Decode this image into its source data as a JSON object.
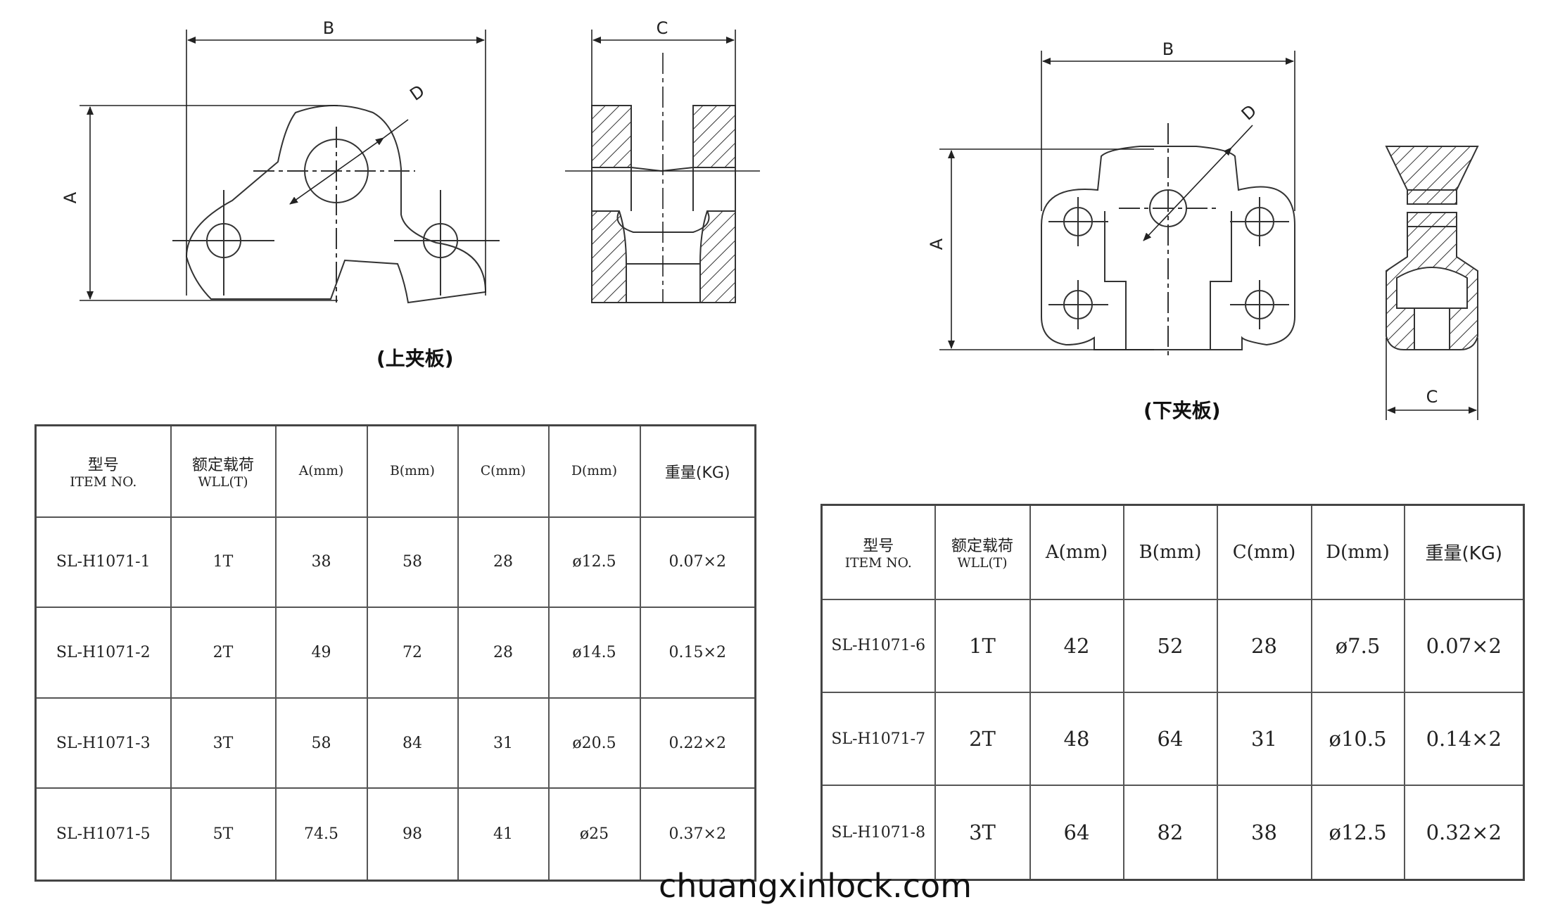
{
  "upper_plate": {
    "caption": "(上夹板)",
    "dims": {
      "a": "A",
      "b": "B",
      "c": "C",
      "d": "D"
    },
    "table": {
      "headers": [
        {
          "cn": "型号",
          "en": "ITEM NO."
        },
        {
          "cn": "额定载荷",
          "en": "WLL(T)"
        },
        {
          "cn": "",
          "en": "A(mm)"
        },
        {
          "cn": "",
          "en": "B(mm)"
        },
        {
          "cn": "",
          "en": "C(mm)"
        },
        {
          "cn": "",
          "en": "D(mm)"
        },
        {
          "cn": "重量(KG)",
          "en": ""
        }
      ],
      "rows": [
        [
          "SL-H1071-1",
          "1T",
          "38",
          "58",
          "28",
          "ø12.5",
          "0.07×2"
        ],
        [
          "SL-H1071-2",
          "2T",
          "49",
          "72",
          "28",
          "ø14.5",
          "0.15×2"
        ],
        [
          "SL-H1071-3",
          "3T",
          "58",
          "84",
          "31",
          "ø20.5",
          "0.22×2"
        ],
        [
          "SL-H1071-5",
          "5T",
          "74.5",
          "98",
          "41",
          "ø25",
          "0.37×2"
        ]
      ]
    }
  },
  "lower_plate": {
    "caption": "(下夹板)",
    "dims": {
      "a": "A",
      "b": "B",
      "c": "C",
      "d": "D"
    },
    "table": {
      "headers": [
        {
          "cn": "型号",
          "en": "ITEM NO."
        },
        {
          "cn": "额定载荷",
          "en": "WLL(T)"
        },
        {
          "cn": "",
          "en": "A(mm)"
        },
        {
          "cn": "",
          "en": "B(mm)"
        },
        {
          "cn": "",
          "en": "C(mm)"
        },
        {
          "cn": "",
          "en": "D(mm)"
        },
        {
          "cn": "重量(KG)",
          "en": ""
        }
      ],
      "rows": [
        [
          "SL-H1071-6",
          "1T",
          "42",
          "52",
          "28",
          "ø7.5",
          "0.07×2"
        ],
        [
          "SL-H1071-7",
          "2T",
          "48",
          "64",
          "31",
          "ø10.5",
          "0.14×2"
        ],
        [
          "SL-H1071-8",
          "3T",
          "64",
          "82",
          "38",
          "ø12.5",
          "0.32×2"
        ]
      ]
    }
  },
  "footer": {
    "website": "chuangxinlock.com"
  }
}
